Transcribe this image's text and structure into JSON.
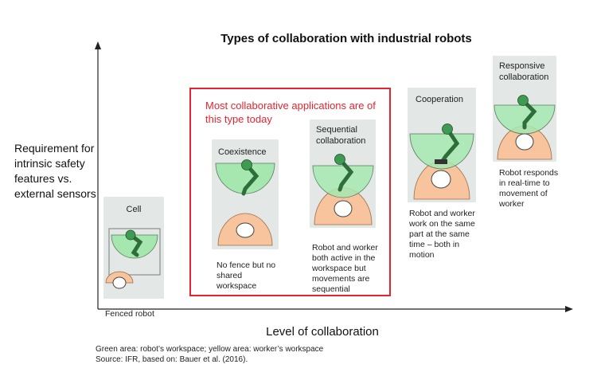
{
  "title": "Types of collaboration with industrial robots",
  "y_axis_label": "Requirement for intrinsic safety features vs. external sensors",
  "x_axis_label": "Level of collaboration",
  "footnote": {
    "line1": "Green area: robot’s workspace; yellow area: worker’s workspace",
    "line2": "Source: IFR, based on: Bauer et al. (2016)."
  },
  "highlight_note": "Most collaborative applications are of this type today",
  "colors": {
    "robot_workspace": "#a6e7b0",
    "worker_workspace": "#f7c49d",
    "highlight": "#e4252f",
    "panel_bg": "#e3e8e7"
  },
  "stages": [
    {
      "label": "Cell",
      "description": "Fenced robot"
    },
    {
      "label": "Coexistence",
      "description": "No fence but no shared workspace"
    },
    {
      "label": "Sequential collaboration",
      "description": "Robot and worker both active in the workspace but movements are sequential"
    },
    {
      "label": "Cooperation",
      "description": "Robot and worker work on the same part at the same time – both in motion"
    },
    {
      "label": "Responsive collaboration",
      "description": "Robot responds in real-time to movement of worker"
    }
  ]
}
